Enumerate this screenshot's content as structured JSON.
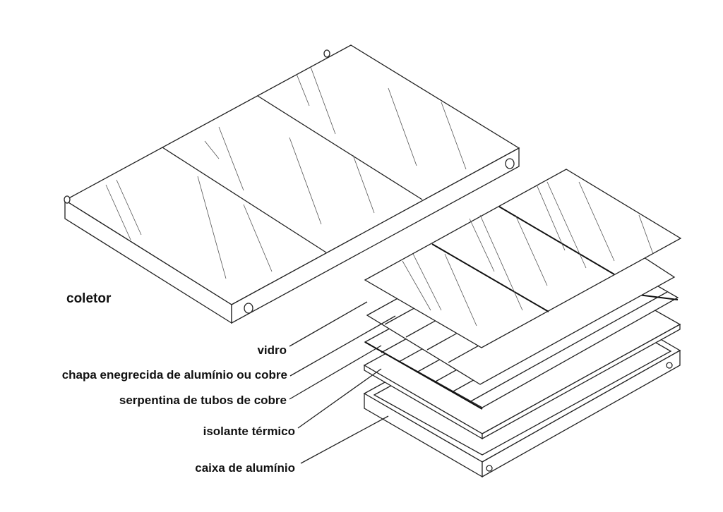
{
  "labels": {
    "collector": "coletor",
    "glass": "vidro",
    "absorber_plate": "chapa enegrecida de alumínio ou cobre",
    "tubes": "serpentina de tubos de cobre",
    "insulation": "isolante térmico",
    "box": "caixa de alumínio"
  }
}
